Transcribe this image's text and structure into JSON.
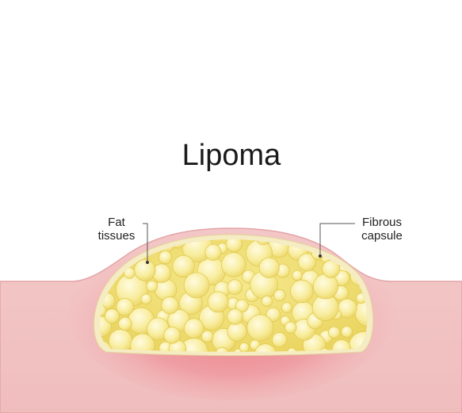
{
  "title": "Lipoma",
  "labels": {
    "fat_tissues": {
      "line1": "Fat",
      "line2": "tissues"
    },
    "fibrous_capsule": {
      "line1": "Fibrous",
      "line2": "capsule"
    }
  },
  "colors": {
    "skin": "#f2c3c3",
    "skin_edge": "#e6a3a6",
    "skin_inflamed": "#ee8f96",
    "capsule": "#f4ebc0",
    "fat": "#f1e077",
    "fat_bubble": "#fbf3b8",
    "fat_bubble_edge": "#e3cd55"
  }
}
